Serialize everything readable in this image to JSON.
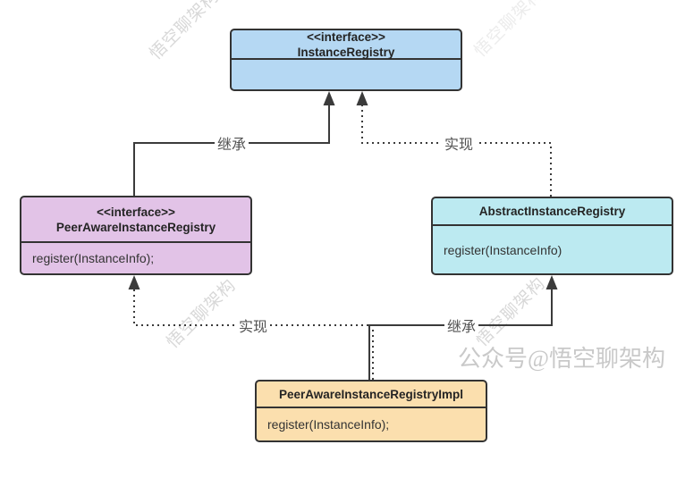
{
  "diagram": {
    "boxes": {
      "instanceRegistry": {
        "stereotype": "<<interface>>",
        "name": "InstanceRegistry"
      },
      "peerAware": {
        "stereotype": "<<interface>>",
        "name": "PeerAwareInstanceRegistry",
        "method": "register(InstanceInfo);"
      },
      "abstract": {
        "name": "AbstractInstanceRegistry",
        "method": "register(InstanceInfo)"
      },
      "impl": {
        "name": "PeerAwareInstanceRegistryImpl",
        "method": "register(InstanceInfo);"
      }
    },
    "edges": {
      "inheritTop": {
        "label": "继承",
        "type": "solid",
        "from": "PeerAwareInstanceRegistry",
        "to": "InstanceRegistry"
      },
      "realizeTop": {
        "label": "实现",
        "type": "dotted",
        "from": "AbstractInstanceRegistry",
        "to": "InstanceRegistry"
      },
      "realizeBottom": {
        "label": "实现",
        "type": "dotted",
        "from": "PeerAwareInstanceRegistryImpl",
        "to": "PeerAwareInstanceRegistry"
      },
      "inheritBottom": {
        "label": "继承",
        "type": "solid",
        "from": "PeerAwareInstanceRegistryImpl",
        "to": "AbstractInstanceRegistry"
      }
    },
    "watermarks": {
      "tile": "悟空聊架构",
      "banner": "公众号@悟空聊架构"
    },
    "colors": {
      "interface_fill": "#b5d8f3",
      "peer_interface_fill": "#e2c3e7",
      "abstract_fill": "#bceaf1",
      "impl_fill": "#fbdfae",
      "border": "#333333",
      "line": "#3b3b3b",
      "watermark": "#d8d8d8",
      "banner_watermark": "#c9c9c9"
    }
  }
}
